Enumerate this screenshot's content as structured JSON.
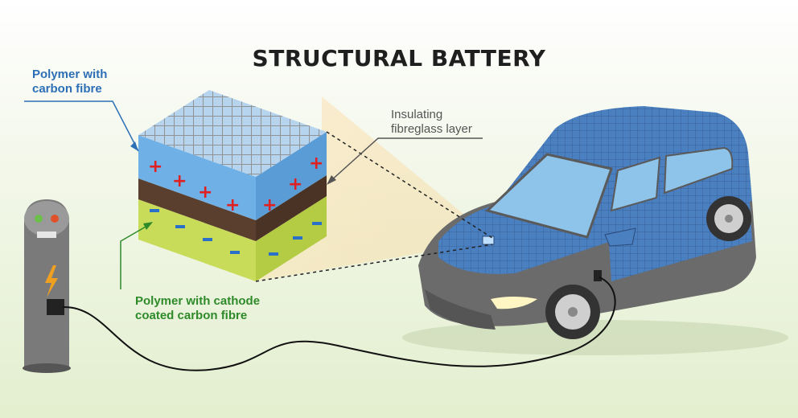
{
  "title": "STRUCTURAL BATTERY",
  "labels": {
    "polymer_carbon": [
      "Polymer with",
      "carbon fibre"
    ],
    "insulating": [
      "Insulating",
      "fibreglass layer"
    ],
    "cathode": [
      "Polymer with cathode",
      "coated carbon fibre"
    ]
  },
  "colors": {
    "anode_layer": "#6fb0e6",
    "insulating_layer": "#5a3e2e",
    "cathode_layer": "#c8dc5a",
    "car_body": "#4a7fc0",
    "plus_sign": "#e02020",
    "minus_sign": "#2a6fc9",
    "charger": "#7a7a7a",
    "bolt": "#f0a020"
  },
  "icons": [
    "plus-sign",
    "minus-sign",
    "lightning-bolt-icon",
    "charging-plug"
  ]
}
